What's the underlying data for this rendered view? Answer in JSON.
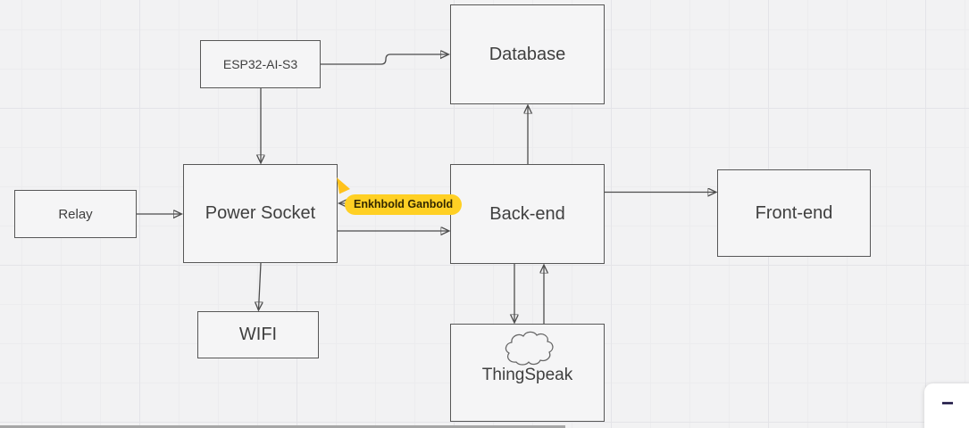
{
  "canvas": {
    "background": "#f2f2f3",
    "grid_minor_color": "#ececee",
    "grid_major_color": "#e4e4e8"
  },
  "nodes": {
    "esp32": {
      "label": "ESP32-AI-S3"
    },
    "database": {
      "label": "Database"
    },
    "relay": {
      "label": "Relay"
    },
    "power_socket": {
      "label": "Power Socket"
    },
    "backend": {
      "label": "Back-end"
    },
    "frontend": {
      "label": "Front-end"
    },
    "wifi": {
      "label": "WIFI"
    },
    "thingspeak": {
      "label": "ThingSpeak"
    }
  },
  "edges": [
    {
      "from": "relay",
      "to": "power_socket"
    },
    {
      "from": "esp32",
      "to": "power_socket"
    },
    {
      "from": "esp32",
      "to": "database"
    },
    {
      "from": "backend",
      "to": "database"
    },
    {
      "from": "power_socket",
      "to": "backend"
    },
    {
      "from": "backend",
      "to": "power_socket"
    },
    {
      "from": "backend",
      "to": "frontend"
    },
    {
      "from": "power_socket",
      "to": "wifi"
    },
    {
      "from": "backend",
      "to": "thingspeak"
    },
    {
      "from": "thingspeak",
      "to": "backend"
    }
  ],
  "collaborator": {
    "name": "Enkhbold Ganbold",
    "pill_color": "#ffd024",
    "cursor_color": "#ffc21c",
    "text_color": "#322800"
  },
  "controls": {
    "zoom_out_label": "−"
  },
  "colors": {
    "node_border": "#575757",
    "node_fill": "#f5f5f6",
    "edge": "#4d4d4d",
    "label_text": "#3f3f3f"
  }
}
